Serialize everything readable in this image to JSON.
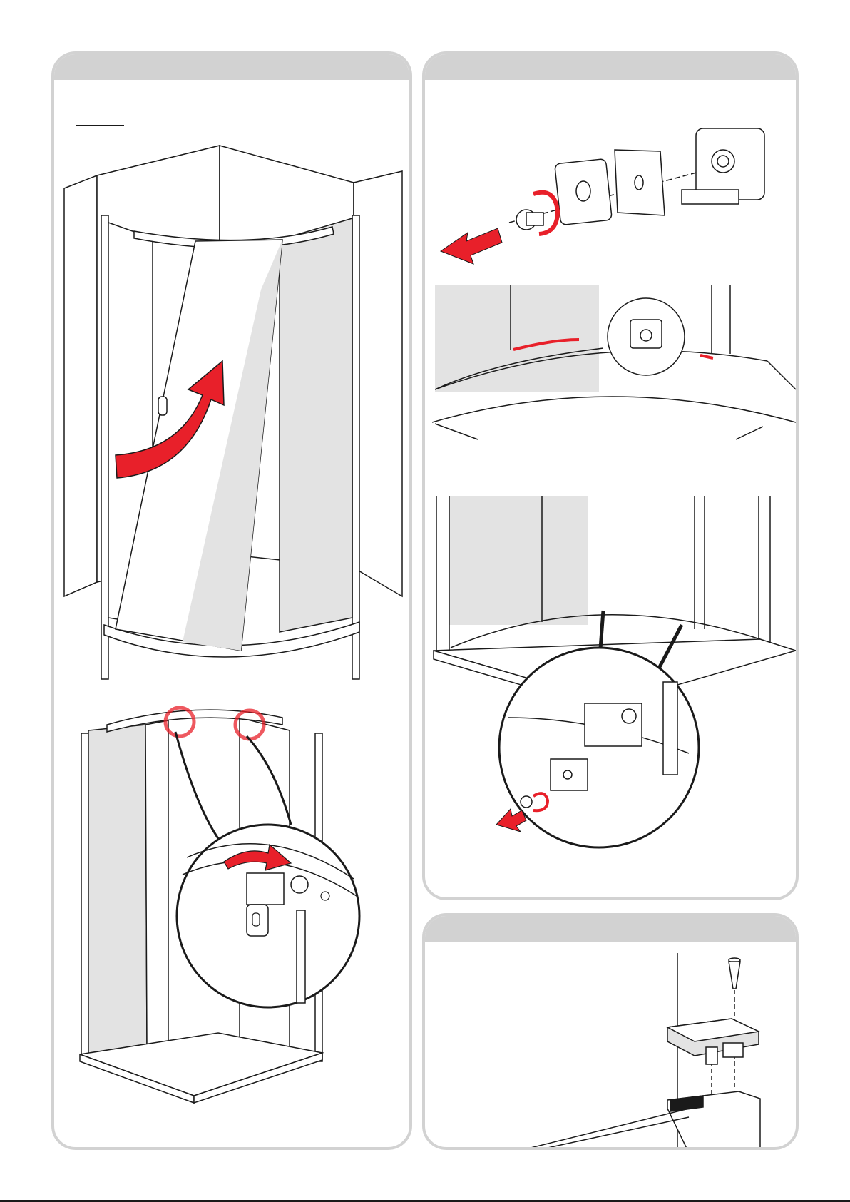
{
  "page": {
    "panels": [
      {
        "id": "panel-left",
        "header": ""
      },
      {
        "id": "panel-right-top",
        "header": ""
      },
      {
        "id": "panel-right-bottom",
        "header": ""
      }
    ]
  },
  "colors": {
    "accent": "#e8202a",
    "panel_border": "#d2d2d2",
    "glass_fill": "#e3e3e3",
    "line": "#1a1a1a"
  },
  "icons": [
    "curved-arrow-icon",
    "straight-arrow-icon",
    "rotate-arrow-icon",
    "magnifier-callout-icon",
    "highlight-circle-icon"
  ]
}
